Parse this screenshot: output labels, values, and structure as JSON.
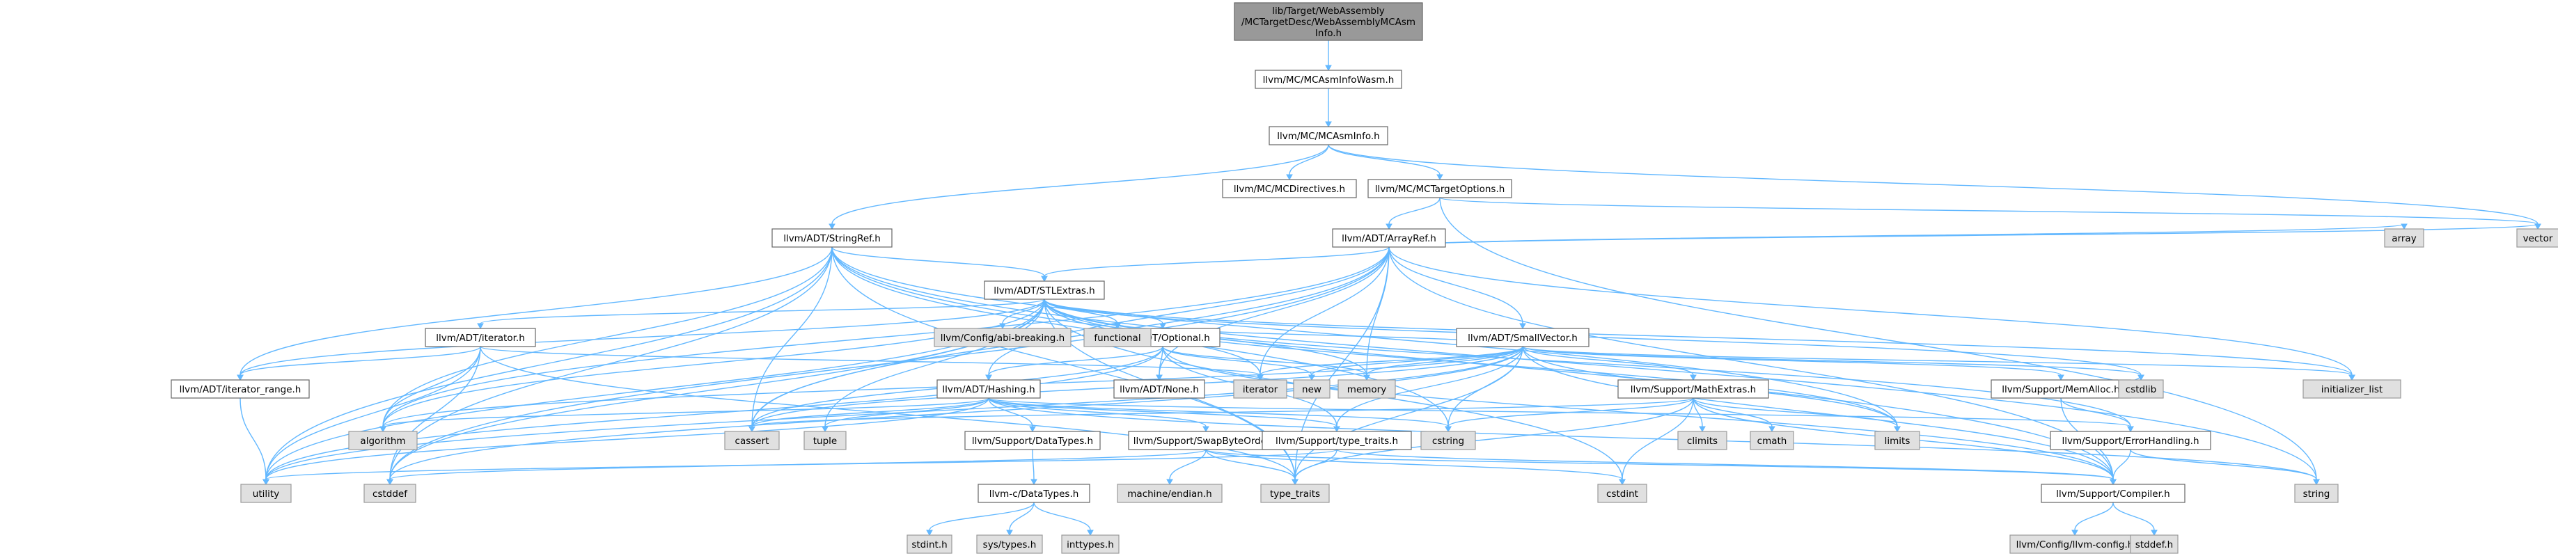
{
  "graph": {
    "nodes": [
      {
        "id": "root",
        "kind": "root",
        "lines": [
          "lib/Target/WebAssembly",
          "/MCTargetDesc/WebAssemblyMCAsm",
          "Info.h"
        ]
      },
      {
        "id": "mcasminfowasm",
        "kind": "internal",
        "lines": [
          "llvm/MC/MCAsmInfoWasm.h"
        ]
      },
      {
        "id": "mcasminfo",
        "kind": "internal",
        "lines": [
          "llvm/MC/MCAsmInfo.h"
        ]
      },
      {
        "id": "mcdirectives",
        "kind": "internal",
        "lines": [
          "llvm/MC/MCDirectives.h"
        ]
      },
      {
        "id": "mctargetoptions",
        "kind": "internal",
        "lines": [
          "llvm/MC/MCTargetOptions.h"
        ]
      },
      {
        "id": "stringref",
        "kind": "internal",
        "lines": [
          "llvm/ADT/StringRef.h"
        ]
      },
      {
        "id": "arrayref",
        "kind": "internal",
        "lines": [
          "llvm/ADT/ArrayRef.h"
        ]
      },
      {
        "id": "stlextras",
        "kind": "internal",
        "lines": [
          "llvm/ADT/STLExtras.h"
        ]
      },
      {
        "id": "adtiterator",
        "kind": "internal",
        "lines": [
          "llvm/ADT/iterator.h"
        ]
      },
      {
        "id": "iteratorrange",
        "kind": "internal",
        "lines": [
          "llvm/ADT/iterator_range.h"
        ]
      },
      {
        "id": "optional",
        "kind": "internal",
        "lines": [
          "llvm/ADT/Optional.h"
        ]
      },
      {
        "id": "none",
        "kind": "internal",
        "lines": [
          "llvm/ADT/None.h"
        ]
      },
      {
        "id": "hashing",
        "kind": "internal",
        "lines": [
          "llvm/ADT/Hashing.h"
        ]
      },
      {
        "id": "smallvector",
        "kind": "internal",
        "lines": [
          "llvm/ADT/SmallVector.h"
        ]
      },
      {
        "id": "mathextras",
        "kind": "internal",
        "lines": [
          "llvm/Support/MathExtras.h"
        ]
      },
      {
        "id": "memalloc",
        "kind": "internal",
        "lines": [
          "llvm/Support/MemAlloc.h"
        ]
      },
      {
        "id": "errorhandling",
        "kind": "internal",
        "lines": [
          "llvm/Support/ErrorHandling.h"
        ]
      },
      {
        "id": "compiler",
        "kind": "internal",
        "lines": [
          "llvm/Support/Compiler.h"
        ]
      },
      {
        "id": "datatypes",
        "kind": "internal",
        "lines": [
          "llvm/Support/DataTypes.h"
        ]
      },
      {
        "id": "cdatatypes",
        "kind": "internal",
        "lines": [
          "llvm-c/DataTypes.h"
        ]
      },
      {
        "id": "swapbyteorder",
        "kind": "internal",
        "lines": [
          "llvm/Support/SwapByteOrder.h"
        ]
      },
      {
        "id": "typetraits_h",
        "kind": "internal",
        "lines": [
          "llvm/Support/type_traits.h"
        ]
      },
      {
        "id": "abibreaking",
        "kind": "system",
        "lines": [
          "llvm/Config/abi-breaking.h"
        ]
      },
      {
        "id": "llvmconfig",
        "kind": "system",
        "lines": [
          "llvm/Config/llvm-config.h"
        ]
      },
      {
        "id": "functional",
        "kind": "system",
        "lines": [
          "functional"
        ]
      },
      {
        "id": "iterator",
        "kind": "system",
        "lines": [
          "iterator"
        ]
      },
      {
        "id": "new",
        "kind": "system",
        "lines": [
          "new"
        ]
      },
      {
        "id": "memory",
        "kind": "system",
        "lines": [
          "memory"
        ]
      },
      {
        "id": "initializer_list",
        "kind": "system",
        "lines": [
          "initializer_list"
        ]
      },
      {
        "id": "vector",
        "kind": "system",
        "lines": [
          "vector"
        ]
      },
      {
        "id": "array",
        "kind": "system",
        "lines": [
          "array"
        ]
      },
      {
        "id": "algorithm",
        "kind": "system",
        "lines": [
          "algorithm"
        ]
      },
      {
        "id": "cassert",
        "kind": "system",
        "lines": [
          "cassert"
        ]
      },
      {
        "id": "tuple",
        "kind": "system",
        "lines": [
          "tuple"
        ]
      },
      {
        "id": "cstring",
        "kind": "system",
        "lines": [
          "cstring"
        ]
      },
      {
        "id": "climits",
        "kind": "system",
        "lines": [
          "climits"
        ]
      },
      {
        "id": "cmath",
        "kind": "system",
        "lines": [
          "cmath"
        ]
      },
      {
        "id": "limits",
        "kind": "system",
        "lines": [
          "limits"
        ]
      },
      {
        "id": "cstdlib",
        "kind": "system",
        "lines": [
          "cstdlib"
        ]
      },
      {
        "id": "utility",
        "kind": "system",
        "lines": [
          "utility"
        ]
      },
      {
        "id": "cstddef",
        "kind": "system",
        "lines": [
          "cstddef"
        ]
      },
      {
        "id": "machineendian",
        "kind": "system",
        "lines": [
          "machine/endian.h"
        ]
      },
      {
        "id": "type_traits",
        "kind": "system",
        "lines": [
          "type_traits"
        ]
      },
      {
        "id": "cstdint",
        "kind": "system",
        "lines": [
          "cstdint"
        ]
      },
      {
        "id": "string",
        "kind": "system",
        "lines": [
          "string"
        ]
      },
      {
        "id": "stdint",
        "kind": "system",
        "lines": [
          "stdint.h"
        ]
      },
      {
        "id": "systypes",
        "kind": "system",
        "lines": [
          "sys/types.h"
        ]
      },
      {
        "id": "inttypes",
        "kind": "system",
        "lines": [
          "inttypes.h"
        ]
      },
      {
        "id": "stddef",
        "kind": "system",
        "lines": [
          "stddef.h"
        ]
      }
    ],
    "edges": [
      [
        "root",
        "mcasminfowasm"
      ],
      [
        "mcasminfowasm",
        "mcasminfo"
      ],
      [
        "mcasminfo",
        "stringref"
      ],
      [
        "mcasminfo",
        "mcdirectives"
      ],
      [
        "mcasminfo",
        "mctargetoptions"
      ],
      [
        "mcasminfo",
        "vector"
      ],
      [
        "mctargetoptions",
        "arrayref"
      ],
      [
        "mctargetoptions",
        "string"
      ],
      [
        "mctargetoptions",
        "vector"
      ],
      [
        "stringref",
        "stlextras"
      ],
      [
        "stringref",
        "iteratorrange"
      ],
      [
        "stringref",
        "compiler"
      ],
      [
        "stringref",
        "algorithm"
      ],
      [
        "stringref",
        "cassert"
      ],
      [
        "stringref",
        "cstddef"
      ],
      [
        "stringref",
        "cstring"
      ],
      [
        "stringref",
        "limits"
      ],
      [
        "stringref",
        "string"
      ],
      [
        "stringref",
        "type_traits"
      ],
      [
        "stringref",
        "utility"
      ],
      [
        "arrayref",
        "hashing"
      ],
      [
        "arrayref",
        "none"
      ],
      [
        "arrayref",
        "smallvector"
      ],
      [
        "arrayref",
        "stlextras"
      ],
      [
        "arrayref",
        "compiler"
      ],
      [
        "arrayref",
        "algorithm"
      ],
      [
        "arrayref",
        "array"
      ],
      [
        "arrayref",
        "cassert"
      ],
      [
        "arrayref",
        "cstddef"
      ],
      [
        "arrayref",
        "initializer_list"
      ],
      [
        "arrayref",
        "iterator"
      ],
      [
        "arrayref",
        "memory"
      ],
      [
        "arrayref",
        "type_traits"
      ],
      [
        "arrayref",
        "vector"
      ],
      [
        "stlextras",
        "optional"
      ],
      [
        "stlextras",
        "abibreaking"
      ],
      [
        "stlextras",
        "adtiterator"
      ],
      [
        "stlextras",
        "iteratorrange"
      ],
      [
        "stlextras",
        "errorhandling"
      ],
      [
        "stlextras",
        "algorithm"
      ],
      [
        "stlextras",
        "cassert"
      ],
      [
        "stlextras",
        "cstddef"
      ],
      [
        "stlextras",
        "cstdint"
      ],
      [
        "stlextras",
        "cstdlib"
      ],
      [
        "stlextras",
        "functional"
      ],
      [
        "stlextras",
        "initializer_list"
      ],
      [
        "stlextras",
        "iterator"
      ],
      [
        "stlextras",
        "limits"
      ],
      [
        "stlextras",
        "memory"
      ],
      [
        "stlextras",
        "tuple"
      ],
      [
        "stlextras",
        "type_traits"
      ],
      [
        "stlextras",
        "utility"
      ],
      [
        "adtiterator",
        "iteratorrange"
      ],
      [
        "adtiterator",
        "algorithm"
      ],
      [
        "adtiterator",
        "cstddef"
      ],
      [
        "adtiterator",
        "iterator"
      ],
      [
        "adtiterator",
        "type_traits"
      ],
      [
        "adtiterator",
        "utility"
      ],
      [
        "iteratorrange",
        "utility"
      ],
      [
        "optional",
        "hashing"
      ],
      [
        "optional",
        "none"
      ],
      [
        "optional",
        "compiler"
      ],
      [
        "optional",
        "typetraits_h"
      ],
      [
        "optional",
        "cassert"
      ],
      [
        "optional",
        "memory"
      ],
      [
        "optional",
        "new"
      ],
      [
        "optional",
        "utility"
      ],
      [
        "hashing",
        "errorhandling"
      ],
      [
        "hashing",
        "datatypes"
      ],
      [
        "hashing",
        "swapbyteorder"
      ],
      [
        "hashing",
        "typetraits_h"
      ],
      [
        "hashing",
        "algorithm"
      ],
      [
        "hashing",
        "cassert"
      ],
      [
        "hashing",
        "cstring"
      ],
      [
        "hashing",
        "string"
      ],
      [
        "hashing",
        "tuple"
      ],
      [
        "hashing",
        "utility"
      ],
      [
        "smallvector",
        "compiler"
      ],
      [
        "smallvector",
        "mathextras"
      ],
      [
        "smallvector",
        "memalloc"
      ],
      [
        "smallvector",
        "typetraits_h"
      ],
      [
        "smallvector",
        "algorithm"
      ],
      [
        "smallvector",
        "cassert"
      ],
      [
        "smallvector",
        "cstddef"
      ],
      [
        "smallvector",
        "cstdlib"
      ],
      [
        "smallvector",
        "cstring"
      ],
      [
        "smallvector",
        "functional"
      ],
      [
        "smallvector",
        "initializer_list"
      ],
      [
        "smallvector",
        "iterator"
      ],
      [
        "smallvector",
        "limits"
      ],
      [
        "smallvector",
        "memory"
      ],
      [
        "smallvector",
        "new"
      ],
      [
        "smallvector",
        "type_traits"
      ],
      [
        "smallvector",
        "utility"
      ],
      [
        "mathextras",
        "compiler"
      ],
      [
        "mathextras",
        "cassert"
      ],
      [
        "mathextras",
        "climits"
      ],
      [
        "mathextras",
        "cmath"
      ],
      [
        "mathextras",
        "cstdint"
      ],
      [
        "mathextras",
        "cstring"
      ],
      [
        "mathextras",
        "limits"
      ],
      [
        "mathextras",
        "type_traits"
      ],
      [
        "memalloc",
        "compiler"
      ],
      [
        "memalloc",
        "errorhandling"
      ],
      [
        "memalloc",
        "cstdlib"
      ],
      [
        "errorhandling",
        "compiler"
      ],
      [
        "errorhandling",
        "string"
      ],
      [
        "compiler",
        "llvmconfig"
      ],
      [
        "compiler",
        "stddef"
      ],
      [
        "datatypes",
        "cdatatypes"
      ],
      [
        "cdatatypes",
        "inttypes"
      ],
      [
        "cdatatypes",
        "stdint"
      ],
      [
        "cdatatypes",
        "systypes"
      ],
      [
        "swapbyteorder",
        "compiler"
      ],
      [
        "swapbyteorder",
        "cstddef"
      ],
      [
        "swapbyteorder",
        "cstdint"
      ],
      [
        "swapbyteorder",
        "type_traits"
      ],
      [
        "swapbyteorder",
        "machineendian"
      ],
      [
        "typetraits_h",
        "compiler"
      ],
      [
        "typetraits_h",
        "type_traits"
      ],
      [
        "typetraits_h",
        "utility"
      ]
    ]
  }
}
